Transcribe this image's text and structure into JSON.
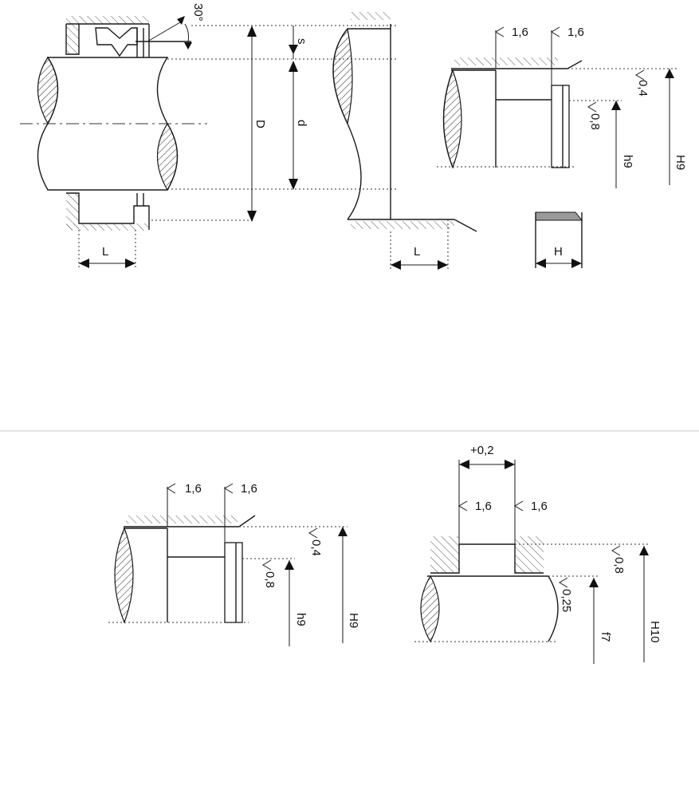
{
  "top_left": {
    "angle_label": "30°",
    "dim_s": "s",
    "dim_D": "D",
    "dim_d": "d",
    "dim_L_left": "L",
    "dim_L_right": "L"
  },
  "top_right": {
    "rough_1": "1,6",
    "rough_2": "1,6",
    "rough_3": "0,4",
    "rough_4": "0,8",
    "tol_h9": "h9",
    "tol_H9": "H9",
    "dim_H": "H"
  },
  "bottom_left": {
    "rough_1": "1,6",
    "rough_2": "1,6",
    "rough_3": "0,4",
    "rough_4": "0,8",
    "tol_h9": "h9",
    "tol_H9": "H9"
  },
  "bottom_right": {
    "width_tol": "+0,2",
    "rough_1": "1,6",
    "rough_2": "1,6",
    "rough_3": "0,8",
    "rough_4": "0,25",
    "tol_f7": "f7",
    "tol_H10": "H10"
  },
  "colors": {
    "line": "#1a1a1a",
    "separator": "#c8c8c8"
  }
}
